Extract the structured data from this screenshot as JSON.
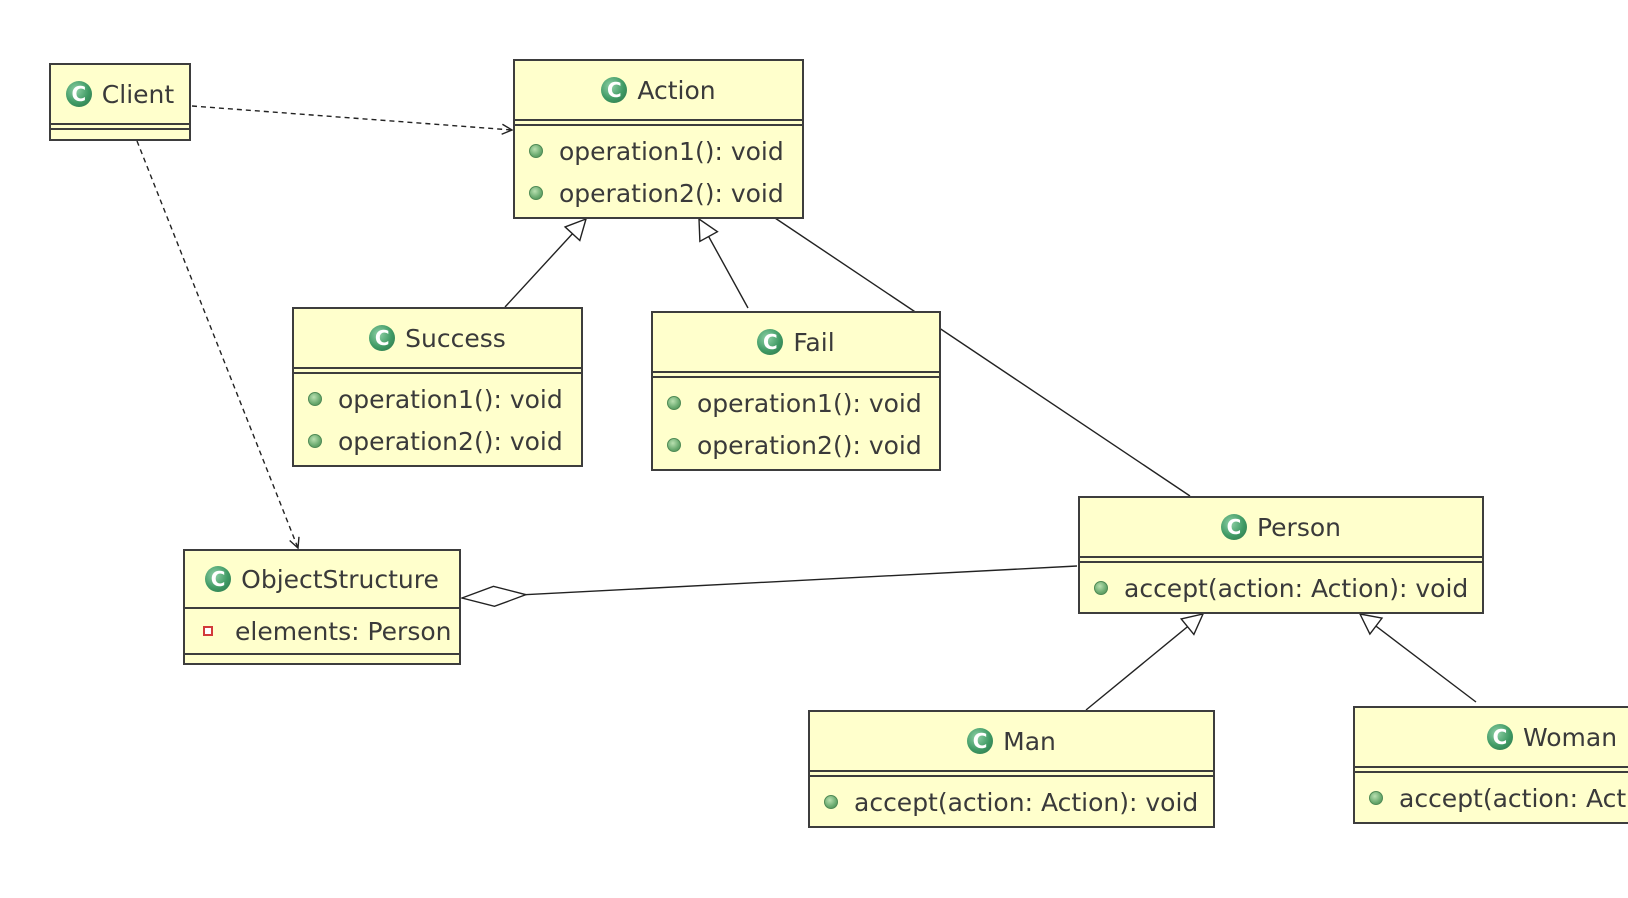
{
  "diagram": {
    "classes": {
      "client": {
        "name": "Client",
        "icon": "class-icon",
        "members": []
      },
      "action": {
        "name": "Action",
        "icon": "class-icon",
        "members": [
          "operation1(): void",
          "operation2(): void"
        ]
      },
      "success": {
        "name": "Success",
        "icon": "class-icon",
        "members": [
          "operation1(): void",
          "operation2(): void"
        ]
      },
      "fail": {
        "name": "Fail",
        "icon": "class-icon",
        "members": [
          "operation1(): void",
          "operation2(): void"
        ]
      },
      "object_structure": {
        "name": "ObjectStructure",
        "icon": "class-icon",
        "members": [
          "elements: Person"
        ]
      },
      "person": {
        "name": "Person",
        "icon": "class-icon",
        "members": [
          "accept(action: Action): void"
        ]
      },
      "man": {
        "name": "Man",
        "icon": "class-icon",
        "members": [
          "accept(action: Action): void"
        ]
      },
      "woman": {
        "name": "Woman",
        "icon": "class-icon",
        "members": [
          "accept(action: Action): void"
        ]
      }
    },
    "relations": [
      {
        "from": "Client",
        "to": "Action",
        "type": "dependency"
      },
      {
        "from": "Client",
        "to": "ObjectStructure",
        "type": "dependency"
      },
      {
        "from": "Success",
        "to": "Action",
        "type": "generalization"
      },
      {
        "from": "Fail",
        "to": "Action",
        "type": "generalization"
      },
      {
        "from": "Person",
        "to": "Action",
        "type": "association"
      },
      {
        "from": "ObjectStructure",
        "to": "Person",
        "type": "aggregation"
      },
      {
        "from": "Man",
        "to": "Person",
        "type": "generalization"
      },
      {
        "from": "Woman",
        "to": "Person",
        "type": "generalization"
      }
    ],
    "colors": {
      "class_fill": "#ffffcc",
      "class_border": "#3d3d3d",
      "class_icon": "#3f9a64",
      "public_dot": "#6aaa6f",
      "private_marker": "#d23a3a",
      "line": "#222222"
    }
  }
}
